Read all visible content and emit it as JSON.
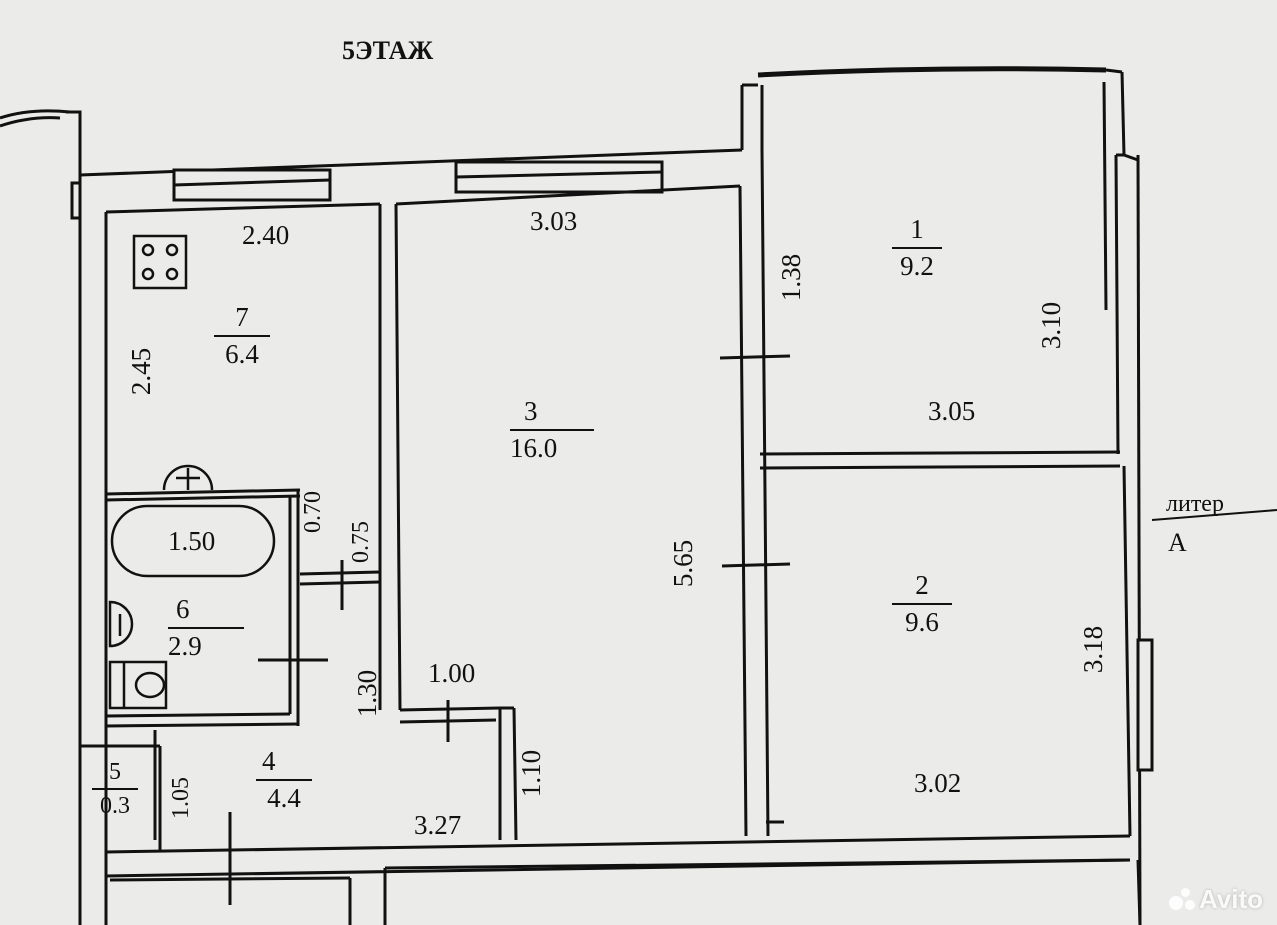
{
  "title": "5ЭТАЖ",
  "rooms": [
    {
      "number": "1",
      "area": "9.2"
    },
    {
      "number": "2",
      "area": "9.6"
    },
    {
      "number": "3",
      "area": "16.0"
    },
    {
      "number": "4",
      "area": "4.4"
    },
    {
      "number": "5",
      "area": "0.3"
    },
    {
      "number": "6",
      "area": "2.9"
    },
    {
      "number": "7",
      "area": "6.4"
    }
  ],
  "dimensions": {
    "kitchen_width": "2.40",
    "kitchen_depth": "2.45",
    "living_width": "3.03",
    "living_depth": "5.65",
    "room1_depth_left": "1.38",
    "room1_depth": "3.10",
    "room1_width": "3.05",
    "room2_depth": "3.18",
    "room2_width": "3.02",
    "bath_length": "1.50",
    "bath_door": "0.70",
    "corridor_gap": "0.75",
    "hall_depth": "1.30",
    "niche_width": "1.00",
    "niche_depth": "1.10",
    "hall_width": "3.27",
    "closet_depth": "1.05"
  },
  "liter_label": "литер",
  "liter_value": "А",
  "watermark": "Avito",
  "colors": {
    "background": "#ebebe9",
    "ink": "#111111",
    "wall_fill": "#ebebe9"
  }
}
